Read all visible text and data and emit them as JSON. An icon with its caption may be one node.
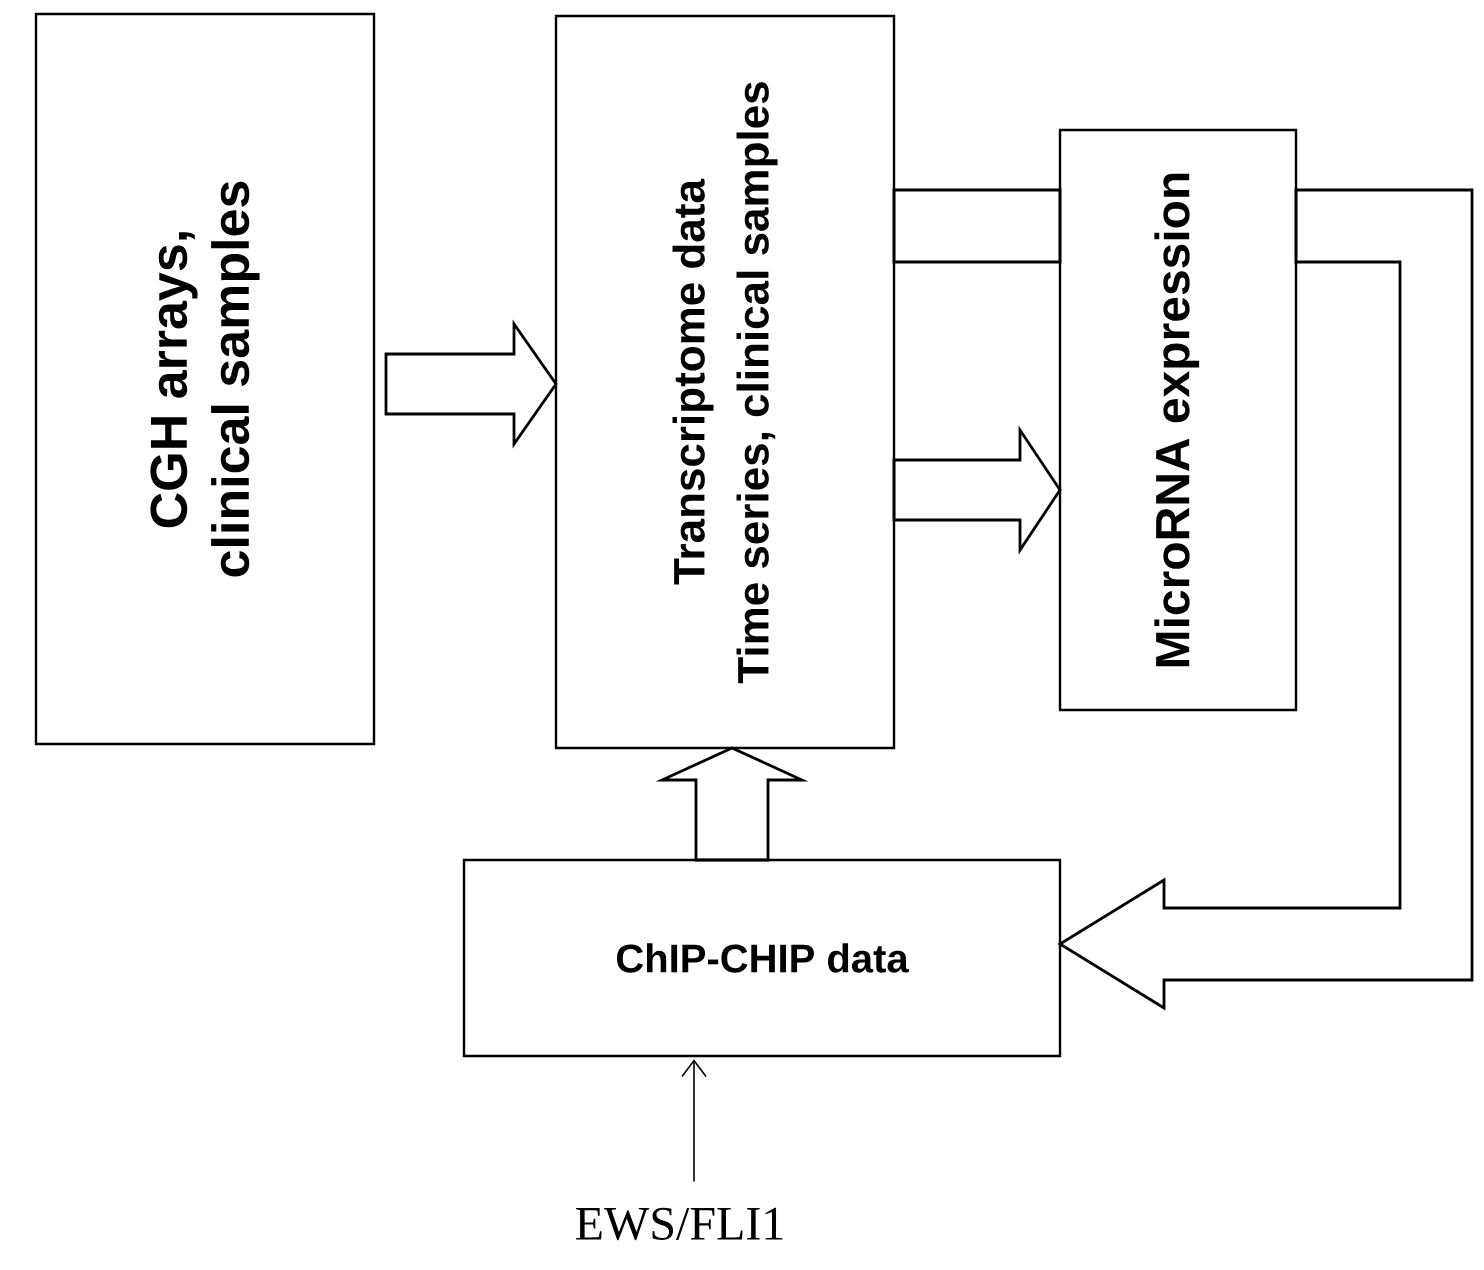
{
  "diagram": {
    "nodes": [
      {
        "text": [
          "CGH arrays, clinical samples"
        ]
      },
      {
        "text": [
          "Transcriptome data",
          "Time series, clinical samples"
        ]
      },
      {
        "text": [
          "MicroRNA expression"
        ]
      },
      {
        "text": [
          "ChIP-CHIP data"
        ]
      },
      {
        "text": [
          "EWS/FLI1"
        ]
      }
    ],
    "edges": [
      {
        "from": 0,
        "to": 1,
        "arrow": "to"
      },
      {
        "from": 1,
        "to": 2,
        "arrow": "to"
      },
      {
        "from": 1,
        "to": 2,
        "arrow": "none"
      },
      {
        "from": 2,
        "to": 3,
        "arrow": "to"
      },
      {
        "from": 3,
        "to": 1,
        "arrow": "to"
      },
      {
        "from": 4,
        "to": 3,
        "arrow": "to"
      }
    ]
  }
}
